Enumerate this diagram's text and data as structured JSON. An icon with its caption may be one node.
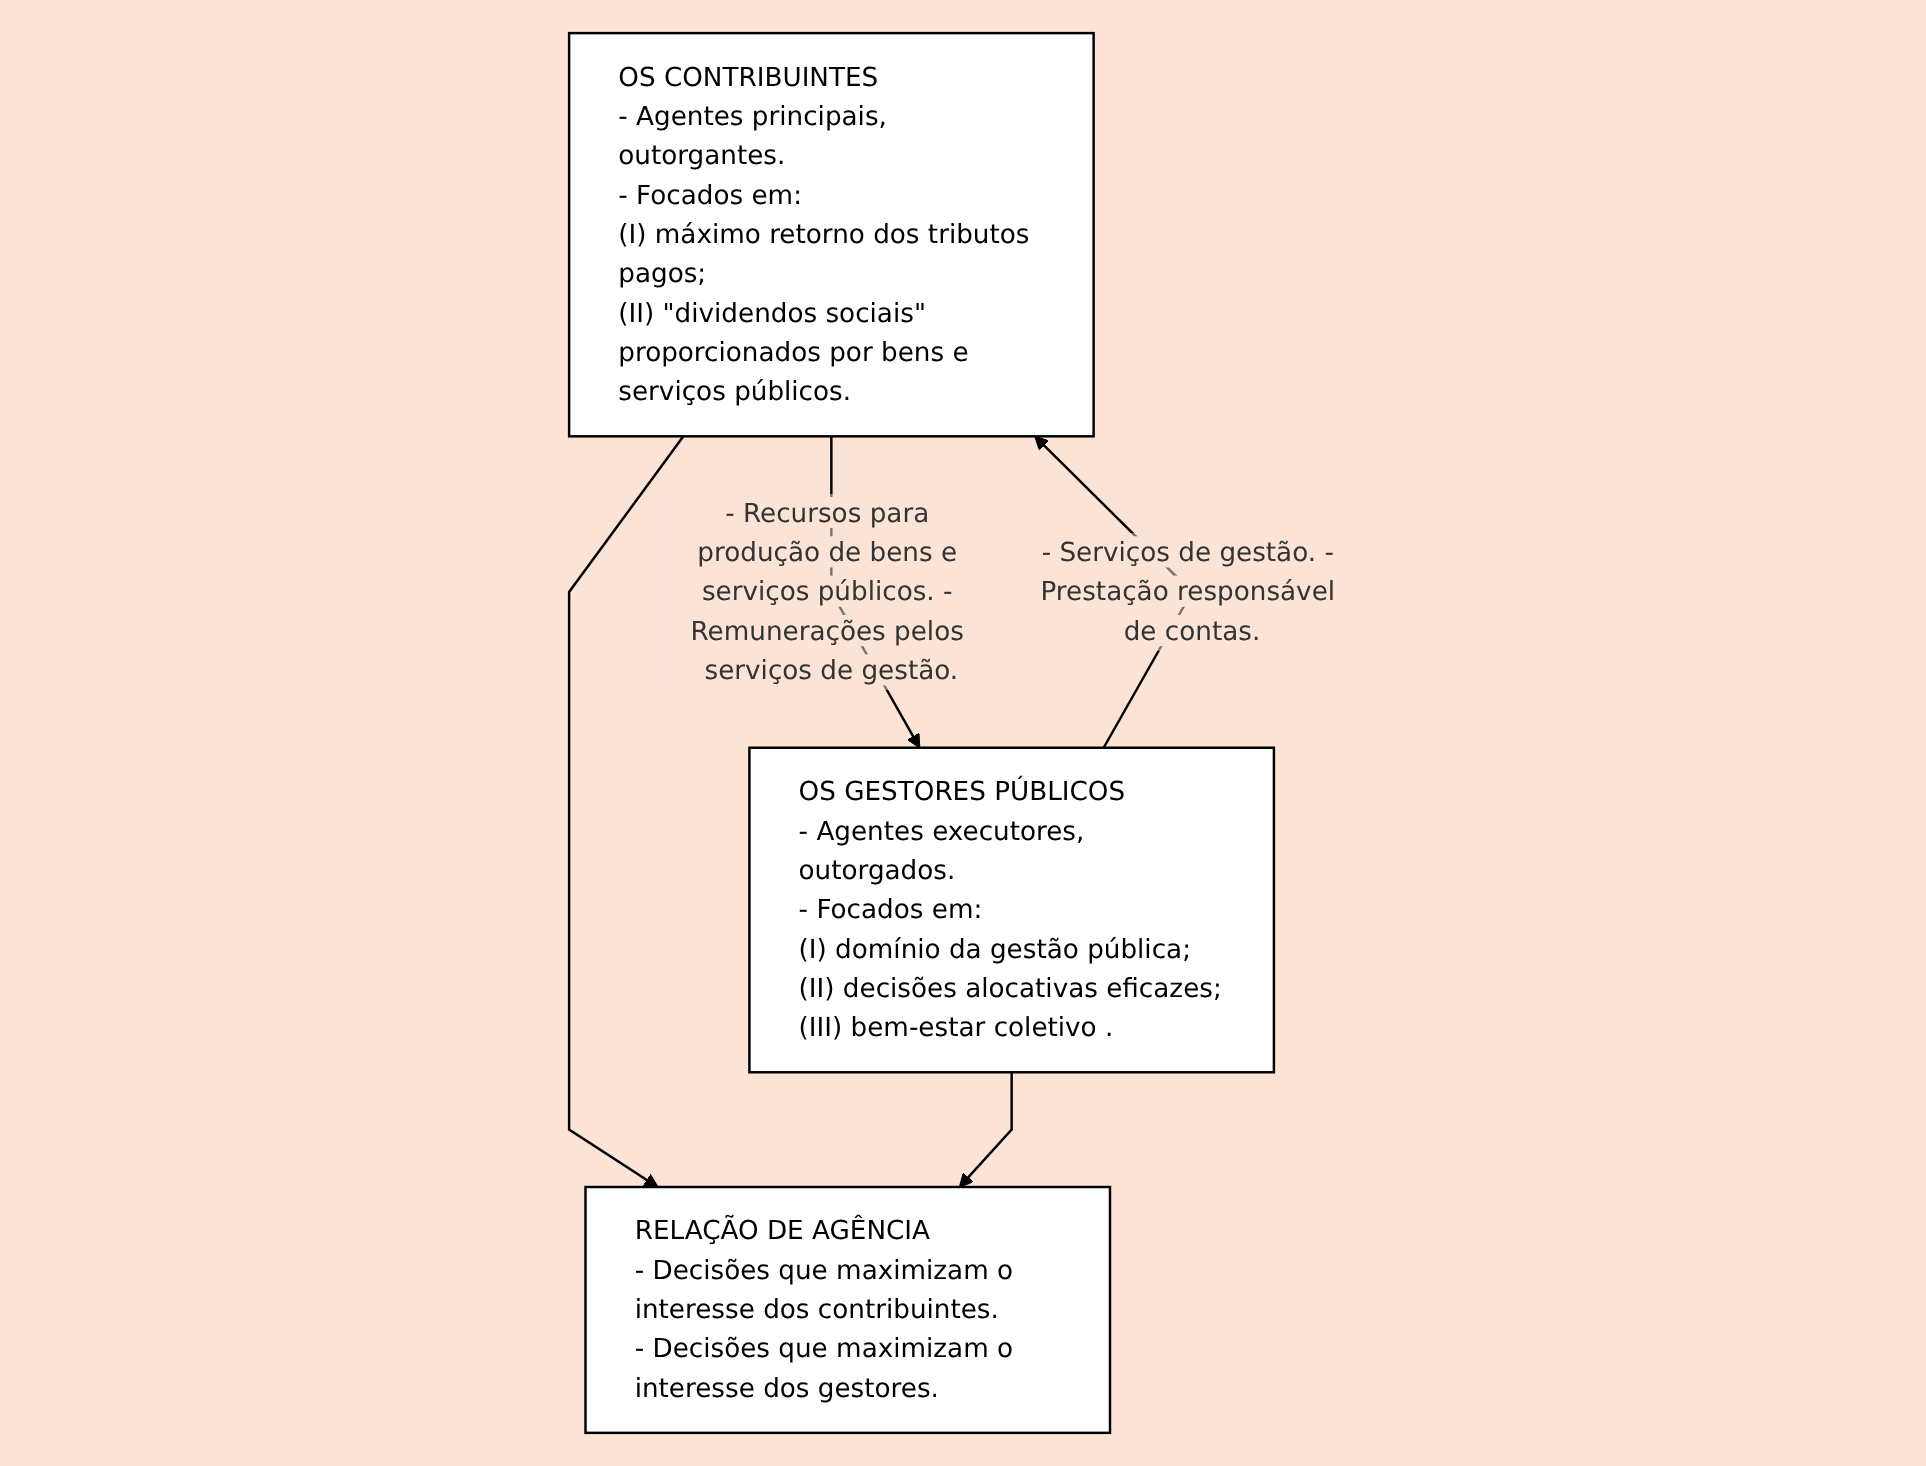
{
  "diagram": {
    "nodes": [
      {
        "text": [
          "OS CONTRIBUINTES",
          "- Agentes principais, outorgantes.",
          "- Focados em:",
          "(I) máximo retorno dos tributos pagos;",
          "(II) \"dividendos sociais\" proporcionados por bens e serviços públicos."
        ]
      },
      {
        "text": [
          "OS GESTORES PÚBLICOS",
          "- Agentes executores, outorgados.",
          "- Focados em:",
          "(I) domínio da gestão pública;",
          "(II) decisões alocativas eficazes;",
          "(III) bem-estar coletivo ."
        ]
      },
      {
        "text": [
          "RELAÇÃO DE AGÊNCIA",
          "- Decisões que maximizam o interesse dos contribuintes.",
          "- Decisões que maximizam o interesse dos gestores."
        ]
      }
    ],
    "edges": [
      {
        "from": 0,
        "to": 1,
        "arrow": "to",
        "label": "- Recursos para produção de bens e serviços públicos. - Remunerações pelos serviços de gestão."
      },
      {
        "from": 1,
        "to": 0,
        "arrow": "to",
        "label": "- Serviços de gestão. - Prestação responsável de contas."
      },
      {
        "from": 0,
        "to": 2,
        "arrow": "to"
      },
      {
        "from": 1,
        "to": 2,
        "arrow": "to"
      }
    ]
  }
}
